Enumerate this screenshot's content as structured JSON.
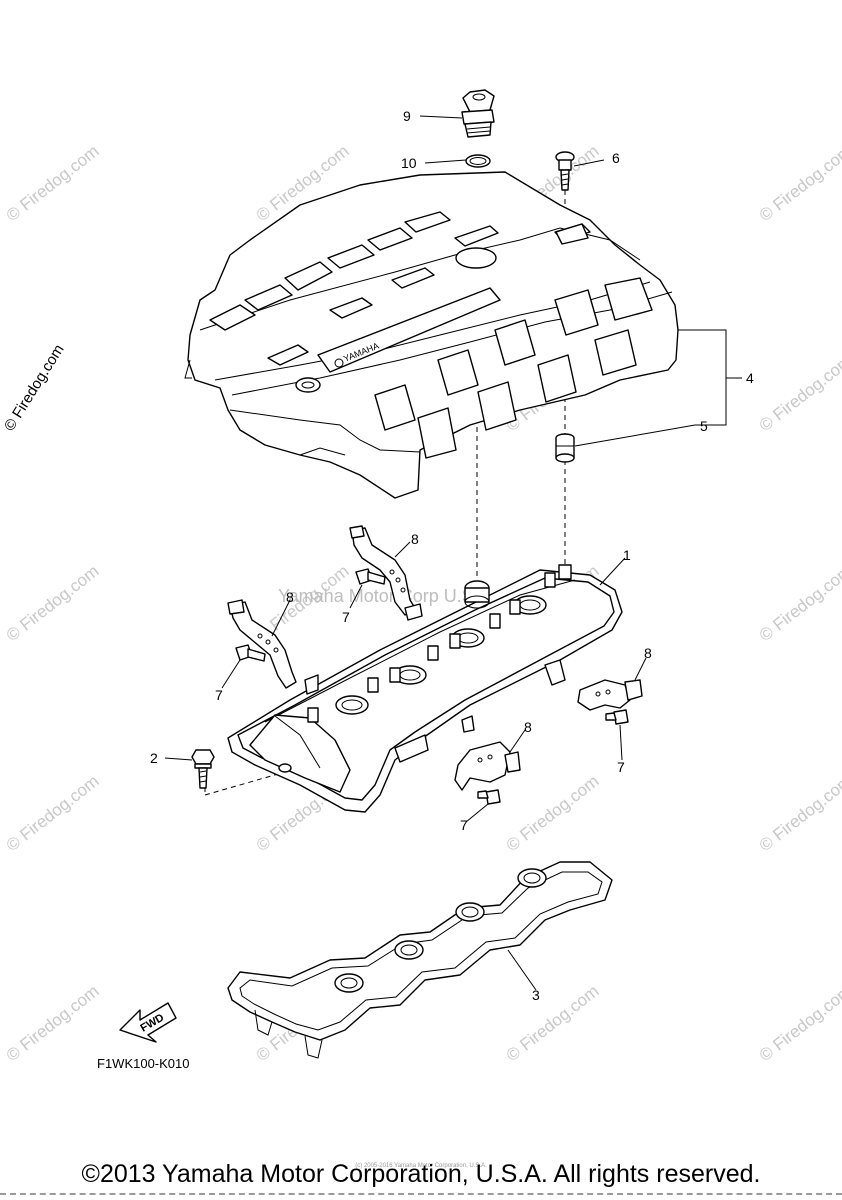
{
  "diagram": {
    "part_code": "F1WK100-K010",
    "fwd_arrow_label": "FWD",
    "brand_plate_text": "YAMAHA",
    "center_watermark": "Yamaha Motor Corp U.S.A.",
    "watermark_text": "© Firedog.com",
    "callouts": [
      {
        "number": "1",
        "part": "cylinder head cover"
      },
      {
        "number": "2",
        "part": "bolt"
      },
      {
        "number": "3",
        "part": "gasket"
      },
      {
        "number": "4",
        "part": "engine cover assembly"
      },
      {
        "number": "5",
        "part": "grommet"
      },
      {
        "number": "6",
        "part": "screw"
      },
      {
        "number": "7",
        "part": "bolt"
      },
      {
        "number": "8",
        "part": "bracket"
      },
      {
        "number": "9",
        "part": "oil filler cap"
      },
      {
        "number": "10",
        "part": "o-ring"
      }
    ]
  },
  "footer": {
    "copyright": "©2013 Yamaha Motor Corporation, U.S.A. All rights reserved.",
    "fine_print": "(c) 2005-2016 Yamaha Motor Corporation, U.S.A."
  }
}
